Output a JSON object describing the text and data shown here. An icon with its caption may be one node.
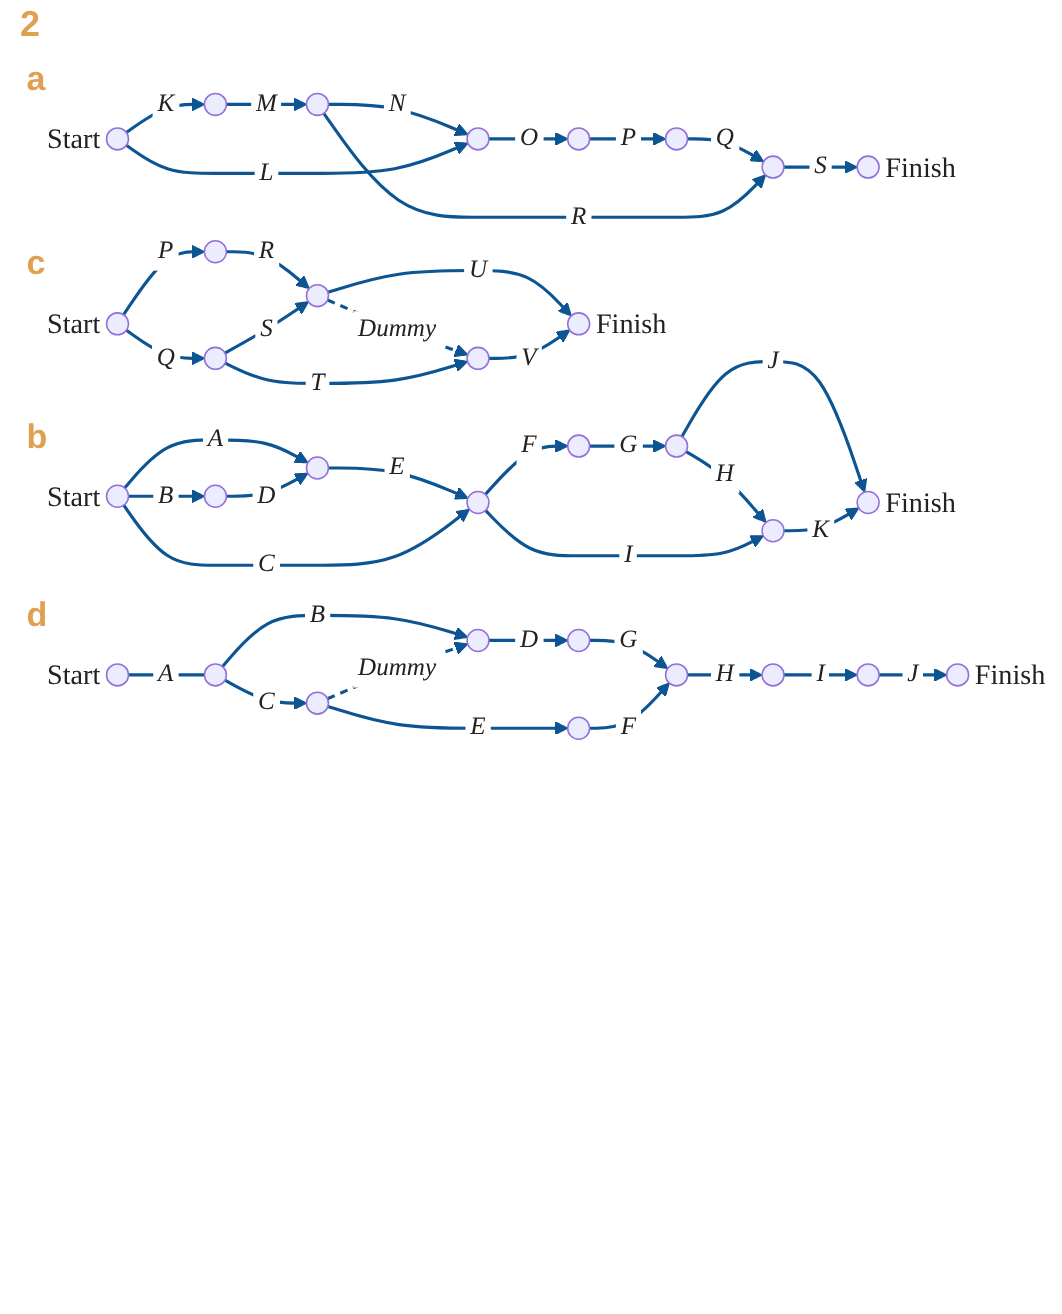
{
  "diagram": {
    "nodes": [
      {
        "text": [],
        "shape": "circle",
        "beside": [
          "Start"
        ]
      },
      {
        "text": [],
        "shape": "circle"
      },
      {
        "text": [],
        "shape": "circle"
      },
      {
        "text": [],
        "shape": "circle"
      },
      {
        "text": [],
        "shape": "circle"
      },
      {
        "text": [],
        "shape": "circle"
      },
      {
        "text": [],
        "shape": "circle"
      },
      {
        "text": [],
        "shape": "circle",
        "beside": [
          "Finish"
        ]
      },
      {
        "text": [],
        "shape": "circle",
        "beside": [
          "Start"
        ]
      },
      {
        "text": [],
        "shape": "circle"
      },
      {
        "text": [],
        "shape": "circle"
      },
      {
        "text": [],
        "shape": "circle"
      },
      {
        "text": [],
        "shape": "circle"
      },
      {
        "text": [],
        "shape": "circle"
      },
      {
        "text": [],
        "shape": "circle"
      },
      {
        "text": [],
        "shape": "circle",
        "beside": [
          "Finish"
        ]
      },
      {
        "text": [],
        "shape": "circle",
        "beside": [
          "Start"
        ]
      },
      {
        "text": [],
        "shape": "circle"
      },
      {
        "text": [],
        "shape": "circle"
      },
      {
        "text": [],
        "shape": "circle"
      },
      {
        "text": [],
        "shape": "circle"
      },
      {
        "text": [],
        "shape": "circle",
        "beside": [
          "Finish"
        ]
      },
      {
        "text": [],
        "shape": "circle",
        "beside": [
          "Start"
        ]
      },
      {
        "text": [],
        "shape": "circle"
      },
      {
        "text": [],
        "shape": "circle"
      },
      {
        "text": [],
        "shape": "circle"
      },
      {
        "text": [],
        "shape": "circle"
      },
      {
        "text": [],
        "shape": "circle"
      },
      {
        "text": [],
        "shape": "circle"
      },
      {
        "text": [],
        "shape": "circle"
      },
      {
        "text": [],
        "shape": "circle"
      },
      {
        "text": [],
        "shape": "circle",
        "beside": [
          "Finish"
        ]
      }
    ],
    "edges": [
      {
        "from": 0,
        "to": 1,
        "arrow": "to",
        "label": "K"
      },
      {
        "from": 1,
        "to": 2,
        "arrow": "to",
        "label": "M"
      },
      {
        "from": 2,
        "to": 3,
        "arrow": "to",
        "label": "N"
      },
      {
        "from": 0,
        "to": 3,
        "arrow": "to",
        "label": "L"
      },
      {
        "from": 3,
        "to": 4,
        "arrow": "to",
        "label": "O"
      },
      {
        "from": 4,
        "to": 5,
        "arrow": "to",
        "label": "P"
      },
      {
        "from": 5,
        "to": 6,
        "arrow": "to",
        "label": "Q"
      },
      {
        "from": 2,
        "to": 6,
        "arrow": "to",
        "label": "R"
      },
      {
        "from": 6,
        "to": 7,
        "arrow": "to",
        "label": "S"
      },
      {
        "from": 8,
        "to": 9,
        "arrow": "to",
        "label": "A"
      },
      {
        "from": 8,
        "to": 10,
        "arrow": "to",
        "label": "B"
      },
      {
        "from": 10,
        "to": 9,
        "arrow": "to",
        "label": "D"
      },
      {
        "from": 9,
        "to": 11,
        "arrow": "to",
        "label": "E"
      },
      {
        "from": 8,
        "to": 11,
        "arrow": "to",
        "label": "C"
      },
      {
        "from": 11,
        "to": 12,
        "arrow": "to",
        "label": "F"
      },
      {
        "from": 12,
        "to": 13,
        "arrow": "to",
        "label": "G"
      },
      {
        "from": 13,
        "to": 14,
        "arrow": "to",
        "label": "H"
      },
      {
        "from": 13,
        "to": 15,
        "arrow": "to",
        "label": "J"
      },
      {
        "from": 11,
        "to": 14,
        "arrow": "to",
        "label": "I"
      },
      {
        "from": 14,
        "to": 15,
        "arrow": "to",
        "label": "K"
      },
      {
        "from": 16,
        "to": 17,
        "arrow": "to",
        "label": "P"
      },
      {
        "from": 16,
        "to": 19,
        "arrow": "to",
        "label": "Q"
      },
      {
        "from": 17,
        "to": 18,
        "arrow": "to",
        "label": "R"
      },
      {
        "from": 19,
        "to": 18,
        "arrow": "to",
        "label": "S"
      },
      {
        "from": 18,
        "to": 20,
        "arrow": "to",
        "label": "Dummy",
        "style": "dashed"
      },
      {
        "from": 19,
        "to": 20,
        "arrow": "to",
        "label": "T"
      },
      {
        "from": 18,
        "to": 21,
        "arrow": "to",
        "label": "U"
      },
      {
        "from": 20,
        "to": 21,
        "arrow": "to",
        "label": "V"
      },
      {
        "from": 22,
        "to": 23,
        "arrow": "none",
        "label": "A"
      },
      {
        "from": 23,
        "to": 24,
        "arrow": "to",
        "label": "B"
      },
      {
        "from": 23,
        "to": 25,
        "arrow": "to",
        "label": "C"
      },
      {
        "from": 25,
        "to": 24,
        "arrow": "to",
        "label": "Dummy",
        "style": "dashed"
      },
      {
        "from": 24,
        "to": 26,
        "arrow": "to",
        "label": "D"
      },
      {
        "from": 25,
        "to": 27,
        "arrow": "to",
        "label": "E"
      },
      {
        "from": 26,
        "to": 28,
        "arrow": "to",
        "label": "G"
      },
      {
        "from": 27,
        "to": 28,
        "arrow": "to",
        "label": "F"
      },
      {
        "from": 28,
        "to": 29,
        "arrow": "to",
        "label": "H"
      },
      {
        "from": 29,
        "to": 30,
        "arrow": "to",
        "label": "I"
      },
      {
        "from": 30,
        "to": 31,
        "arrow": "to",
        "label": "J"
      }
    ],
    "labels": [
      "2",
      "a",
      "b",
      "c",
      "d"
    ]
  }
}
